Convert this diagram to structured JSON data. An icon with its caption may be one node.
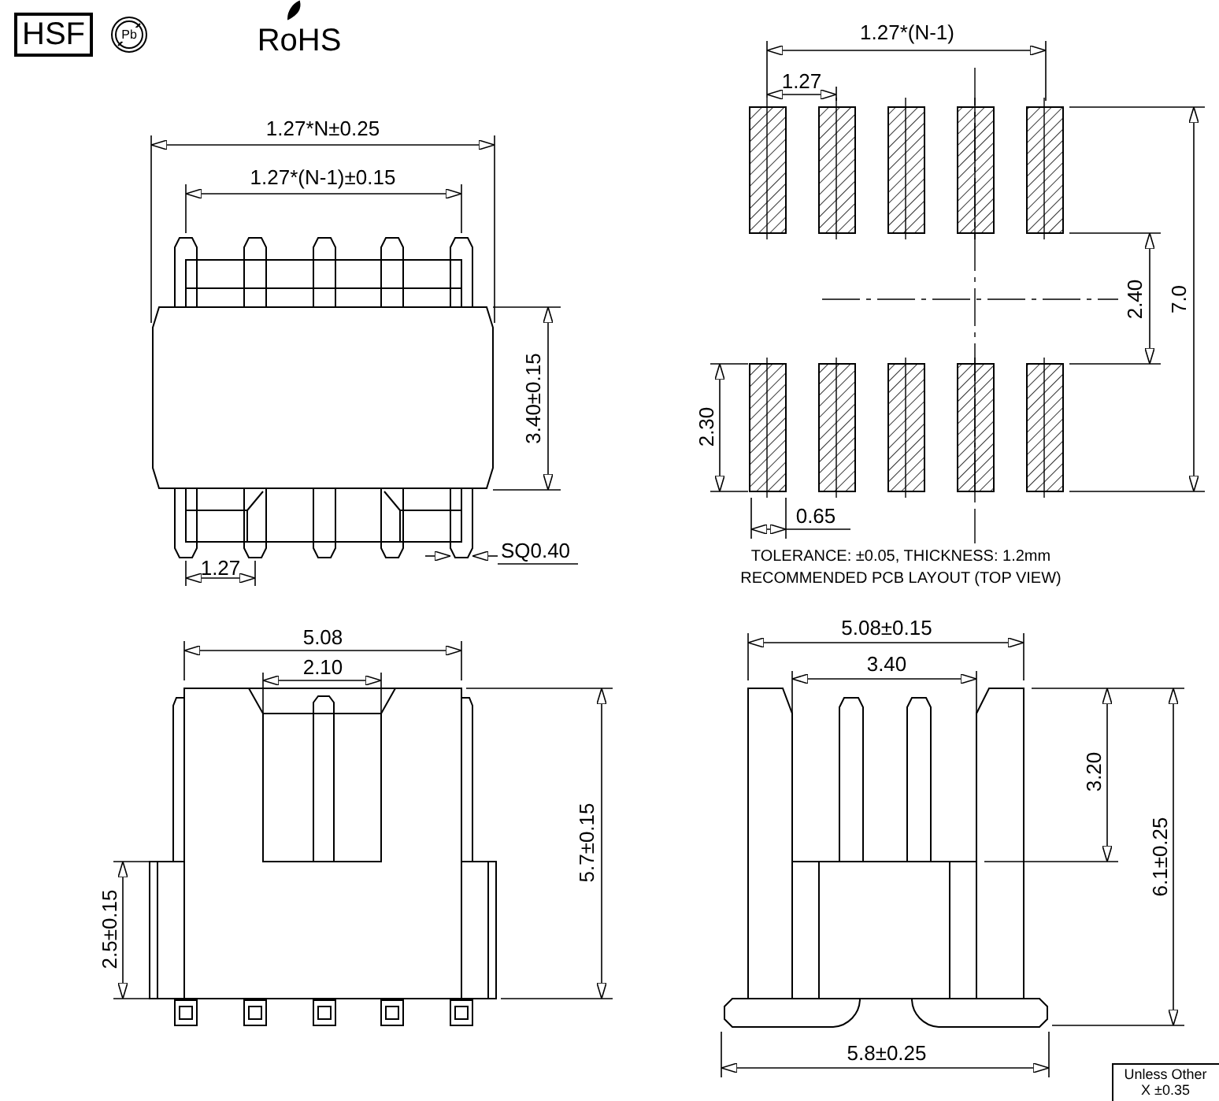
{
  "diagram": {
    "labels": [
      "HSF",
      "Pb",
      "RoHS",
      "1.27*N±0.25",
      "1.27*(N-1)±0.15",
      "3.40±0.15",
      "1.27",
      "SQ0.40",
      "1.27*(N-1)",
      "1.27",
      "2.40",
      "7.0",
      "2.30",
      "0.65",
      "TOLERANCE: ±0.05, THICKNESS: 1.2mm",
      "RECOMMENDED PCB LAYOUT (TOP VIEW)",
      "5.08",
      "2.10",
      "5.7±0.15",
      "2.5±0.15",
      "5.08±0.15",
      "3.40",
      "3.20",
      "6.1±0.25",
      "5.8±0.25",
      "Unless Other",
      "X ±0.35"
    ]
  }
}
